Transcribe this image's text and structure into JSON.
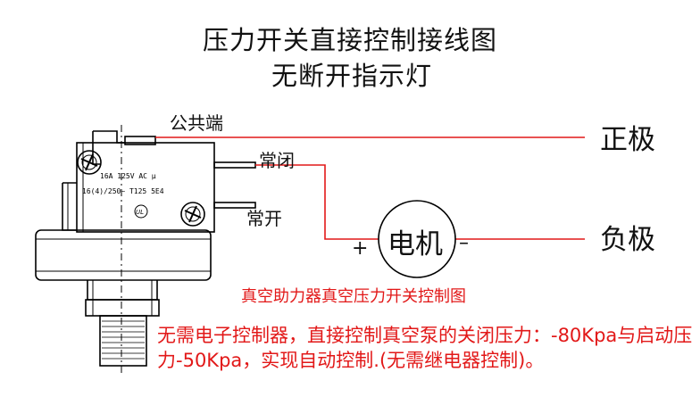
{
  "title": {
    "line1": "压力开关直接控制接线图",
    "line2": "无断开指示灯"
  },
  "labels": {
    "common": "公共端",
    "normally_closed": "常闭",
    "normally_open": "常开",
    "positive": "正极",
    "negative": "负极",
    "motor": "电机",
    "plus": "+",
    "minus": "–"
  },
  "switch_marking": {
    "rating": "16A  125V AC  μ",
    "spec": "16(4)/250~  T125 5E4",
    "cert": "UL"
  },
  "caption": "真空助力器真空压力开关控制图",
  "note": "无需电子控制器，直接控制真空泵的关闭压力：-80Kpa与启动压力-50Kpa，实现自动控制.(无需继电器控制)。",
  "colors": {
    "wire": "#e21818",
    "text": "#111111",
    "accent_text": "#e21818"
  }
}
